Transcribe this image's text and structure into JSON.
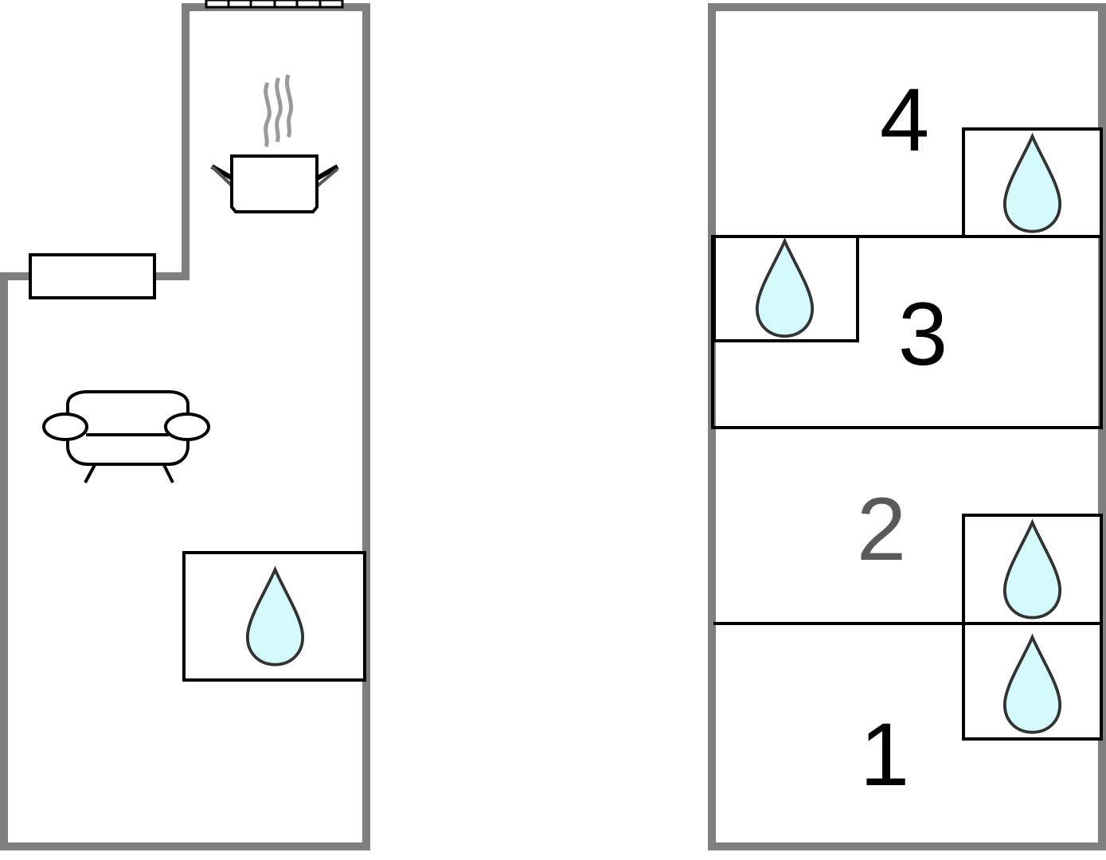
{
  "colors": {
    "wall": "#7f7f7f",
    "line": "#000000",
    "water_fill": "#d4fafc",
    "water_stroke": "#555555",
    "steam": "#9a9a9a",
    "label_dark": "#000000",
    "label_muted": "#5a5a5a"
  },
  "left_plan": {
    "icons": [
      "window-icon",
      "radiator-icon",
      "cooking-pot-icon",
      "sofa-icon",
      "water-drop-icon"
    ]
  },
  "right_plan": {
    "rooms": [
      {
        "label": "4"
      },
      {
        "label": "3"
      },
      {
        "label": "2"
      },
      {
        "label": "1"
      }
    ],
    "icons": [
      "water-drop-icon",
      "water-drop-icon",
      "water-drop-icon",
      "water-drop-icon"
    ]
  }
}
